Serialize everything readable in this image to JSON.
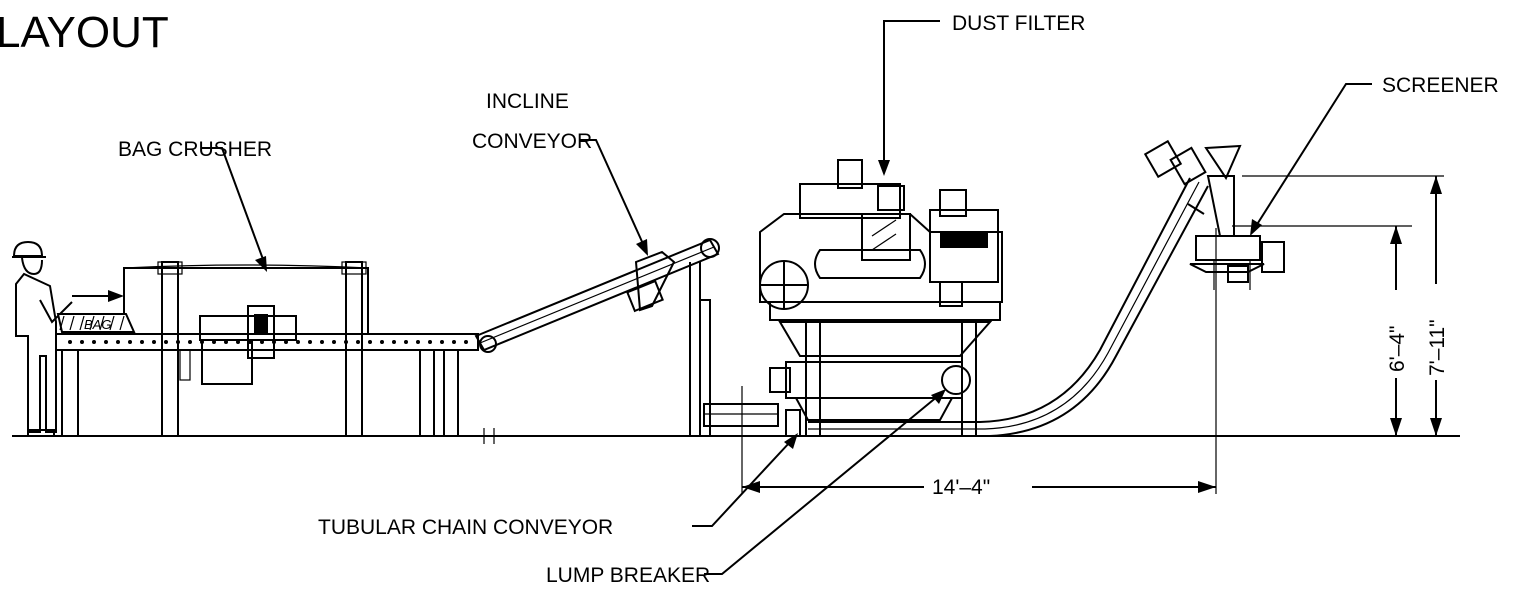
{
  "title": "LAYOUT",
  "callouts": {
    "dust_filter": "DUST FILTER",
    "screener": "SCREENER",
    "incline_conveyor_line1": "INCLINE",
    "incline_conveyor_line2": "CONVEYOR",
    "bag_crusher": "BAG CRUSHER",
    "tubular_chain_conveyor": "TUBULAR CHAIN CONVEYOR",
    "lump_breaker": "LUMP BREAKER"
  },
  "dimensions": {
    "horizontal_span": "14'–4\"",
    "height_screener": "6'–4\"",
    "height_overall": "7'–11\""
  },
  "bag_label": "BAG"
}
